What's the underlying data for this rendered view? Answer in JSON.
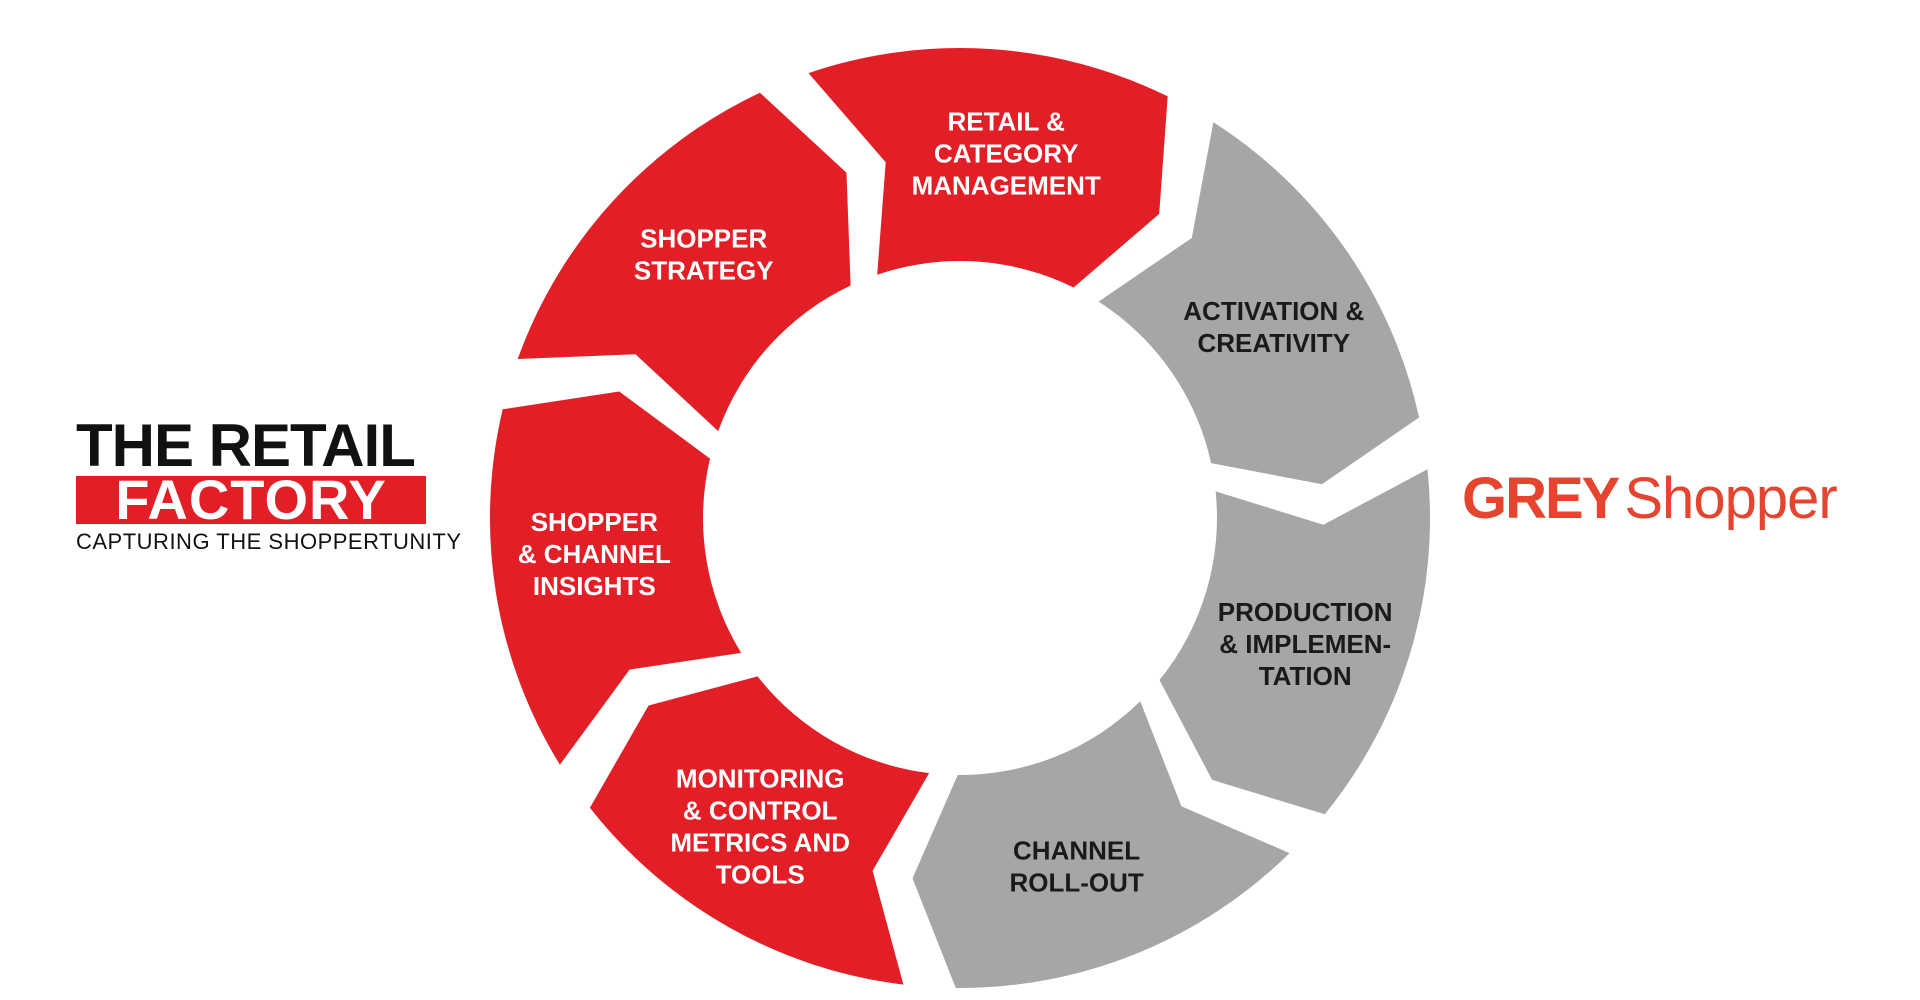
{
  "logos": {
    "retail_factory": {
      "line1": "THE RETAIL",
      "line2": "FACTORY",
      "tagline": "CAPTURING THE SHOPPERTUNITY"
    },
    "grey_shopper": {
      "bold": "GREY",
      "light": "Shopper"
    }
  },
  "colors": {
    "red": "#e21f26",
    "grey": "#a7a5a6",
    "grey_logo": "#e5452f"
  },
  "cycle": {
    "segments": [
      {
        "id": "retail-category",
        "lines": [
          "RETAIL &",
          "CATEGORY",
          "MANAGEMENT"
        ],
        "color": "red"
      },
      {
        "id": "activation",
        "lines": [
          "ACTIVATION &",
          "CREATIVITY"
        ],
        "color": "grey"
      },
      {
        "id": "production",
        "lines": [
          "PRODUCTION",
          "& IMPLEMEN-",
          "TATION"
        ],
        "color": "grey"
      },
      {
        "id": "channel-rollout",
        "lines": [
          "CHANNEL",
          "ROLL-OUT"
        ],
        "color": "grey"
      },
      {
        "id": "monitoring",
        "lines": [
          "MONITORING",
          "& CONTROL",
          "METRICS AND",
          "TOOLS"
        ],
        "color": "red"
      },
      {
        "id": "insights",
        "lines": [
          "SHOPPER",
          "& CHANNEL",
          "INSIGHTS"
        ],
        "color": "red"
      },
      {
        "id": "strategy",
        "lines": [
          "SHOPPER",
          "STRATEGY"
        ],
        "color": "red"
      }
    ]
  }
}
